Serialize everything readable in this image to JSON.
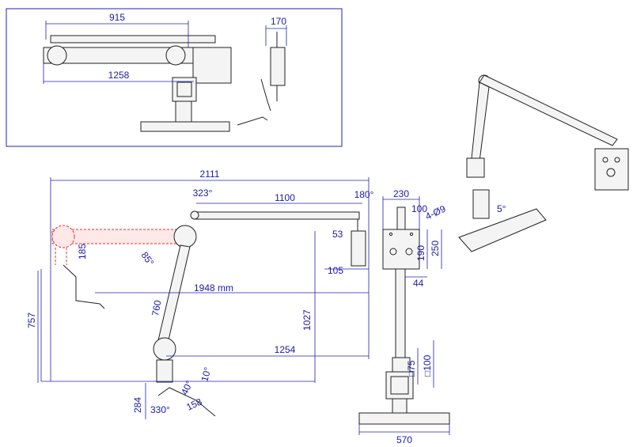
{
  "dimensions": {
    "top_width": "915",
    "top_depth": "170",
    "top_length": "1258",
    "overall": "2111",
    "angle_323": "323°",
    "arm_upper": "1100",
    "angle_180": "180°",
    "front_width": "230",
    "front_100": "100",
    "hole": "4-Ø9",
    "d53": "53",
    "d185": "185",
    "angle_85": "85°",
    "d190": "190",
    "d250": "250",
    "d105": "105",
    "d44": "44",
    "reach": "1948 mm",
    "d757": "757",
    "d760": "760",
    "d1027": "1027",
    "d1254": "1254",
    "sq75": "□75",
    "sq100": "□100",
    "d10": "10°",
    "d40": "40°",
    "d284": "284",
    "d330": "330°",
    "d158": "158",
    "base_width": "570"
  },
  "colors": {
    "dimension": "#1a1aa6",
    "outline": "#222222",
    "alternate_position": "#e23030"
  }
}
